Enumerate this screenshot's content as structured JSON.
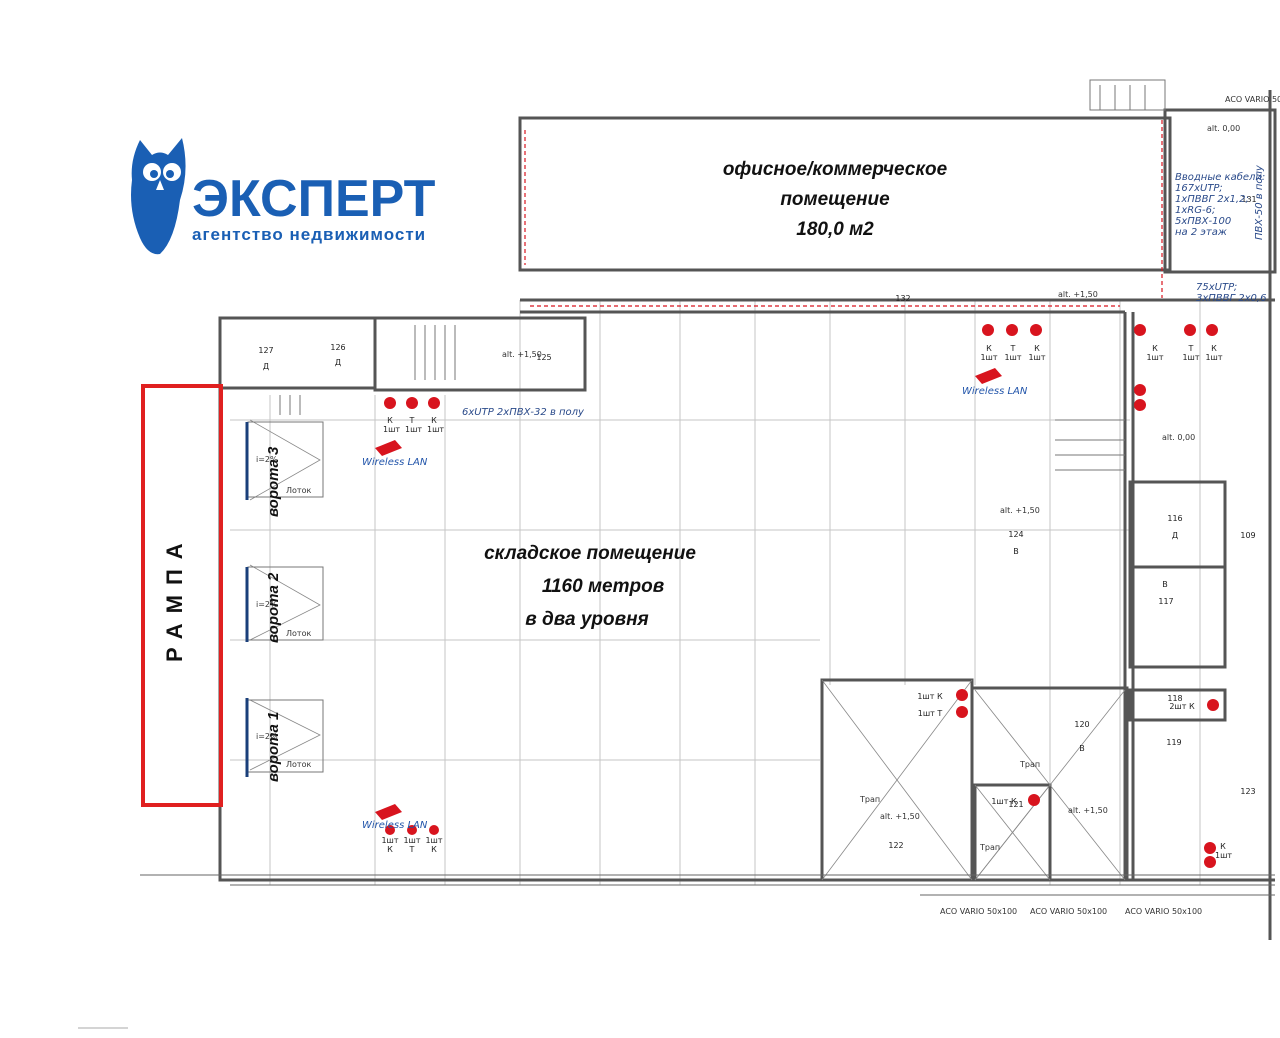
{
  "logo": {
    "name": "ЭКСПЕРТ",
    "tagline": "агентство недвижимости",
    "brand_color": "#1a5fb4"
  },
  "office": {
    "line1": "офисное/коммерческое",
    "line2": "помещение",
    "area": "180,0 м2"
  },
  "warehouse": {
    "line1": "складское помещение",
    "line2": "1160 метров",
    "line3": "в два уровня"
  },
  "ramp": {
    "label": "РАМПА",
    "color": "#e02020"
  },
  "gates": [
    "ворота 3",
    "ворота 2",
    "ворота 1"
  ],
  "rooms": {
    "r127": "127",
    "r126": "126",
    "r125": "125",
    "r132": "132",
    "r131": "131",
    "r124": "124",
    "r116": "116",
    "r117": "117",
    "r109": "109",
    "r118": "118",
    "r119": "119",
    "r120": "120",
    "r121": "121",
    "r122": "122",
    "r123": "123",
    "d1": "Д",
    "d2": "Д",
    "d3": "Д",
    "v1": "В",
    "v2": "В",
    "v3": "В"
  },
  "wireless": [
    "Wireless LAN",
    "Wireless LAN",
    "Wireless LAN"
  ],
  "cables": {
    "floor": "6xUTP 2xПВХ-32 в полу",
    "input_title": "Вводные кабели:",
    "input_1": "167xUTP;",
    "input_2": "1xПВВГ 2x1,2;",
    "input_3": "1xRG-6;",
    "input_4": "5xПВХ-100",
    "input_5": "на 2 этаж",
    "riser": "75xUTP;",
    "riser_2": "3xПВВГ 2x0,6",
    "vertical": "ПВХ-50 в полу"
  },
  "sockets": {
    "g1": [
      "К\n1шт",
      "Т\n1шт",
      "К\n1шт"
    ],
    "g2": [
      "1шт\nК",
      "1шт\nТ",
      "1шт\nК"
    ],
    "g3": [
      "К\n1шт",
      "Т\n1шт",
      "К\n1шт"
    ],
    "g4": [
      "К\n1шт",
      "Т\n1шт",
      "К\n1шт"
    ],
    "s5": "1шт К",
    "s6": "1шт Т",
    "s7": "2шт К",
    "s8": "1шт К",
    "s9": "К\n1шт"
  },
  "marks": {
    "alt000": "alt. 0,00",
    "alt150": "alt. +1,50",
    "aco": "ACO VARIO 50x100",
    "lotok": "Лоток",
    "slope": "i=2%",
    "trap": "Трап"
  },
  "colors": {
    "wall": "#555555",
    "grid": "#bbbbbb",
    "socket_red": "#d8141e",
    "cable_blue": "#2a4a8a"
  }
}
